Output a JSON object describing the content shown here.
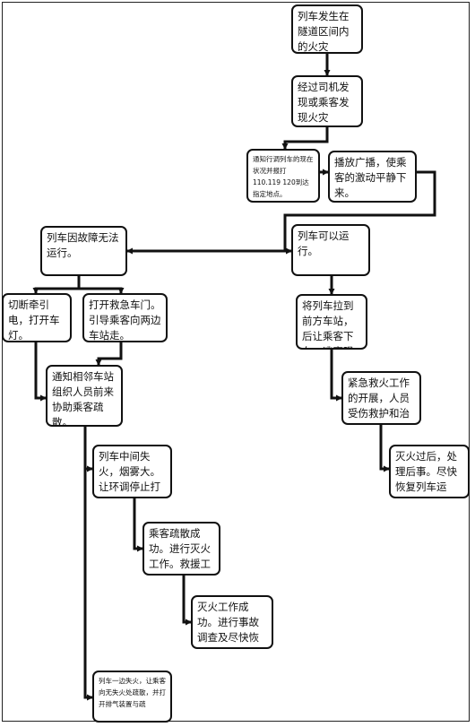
{
  "nodes": [
    {
      "id": "fire",
      "text": "列车发生在隧道区间内的火灾"
    },
    {
      "id": "discover",
      "text": "经过司机发现或乘客发现火灾"
    },
    {
      "id": "notify",
      "text": "通知行调列车的现在状况并报打110.119 120到达指定地点。"
    },
    {
      "id": "broadcast",
      "text": "播放广播，使乘客的激动平静下来。"
    },
    {
      "id": "fault",
      "text": "列车因故障无法运行。"
    },
    {
      "id": "can-run",
      "text": "列车可以运行。"
    },
    {
      "id": "cut-power",
      "text": "切断牵引电，打开车灯。"
    },
    {
      "id": "open-doors",
      "text": "打开救急车门。引导乘客向两边车站走。"
    },
    {
      "id": "pull-station",
      "text": "将列车拉到前方车站，后让乘客下车。逃离现场。"
    },
    {
      "id": "notify-adjacent",
      "text": "通知相邻车站组织人员前来协助乘客疏散。"
    },
    {
      "id": "emergency",
      "text": "紧急救火工作的开展，人员受伤救护和治安管理。"
    },
    {
      "id": "middle-fire",
      "text": "列车中间失火，烟雾大。让环调停止打开排气装置。"
    },
    {
      "id": "after-fire",
      "text": "灭火过后，处理后事。尽快恢复列车运行。"
    },
    {
      "id": "evac-success",
      "text": "乘客疏散成功。进行灭火工作。救援工作。"
    },
    {
      "id": "extinguish-success",
      "text": "灭火工作成功。进行事故调查及尽快恢复运行。"
    },
    {
      "id": "end-fire",
      "text": "列车一边失火，让乘客向无失火处疏散，并打开排气装置与疏"
    }
  ]
}
